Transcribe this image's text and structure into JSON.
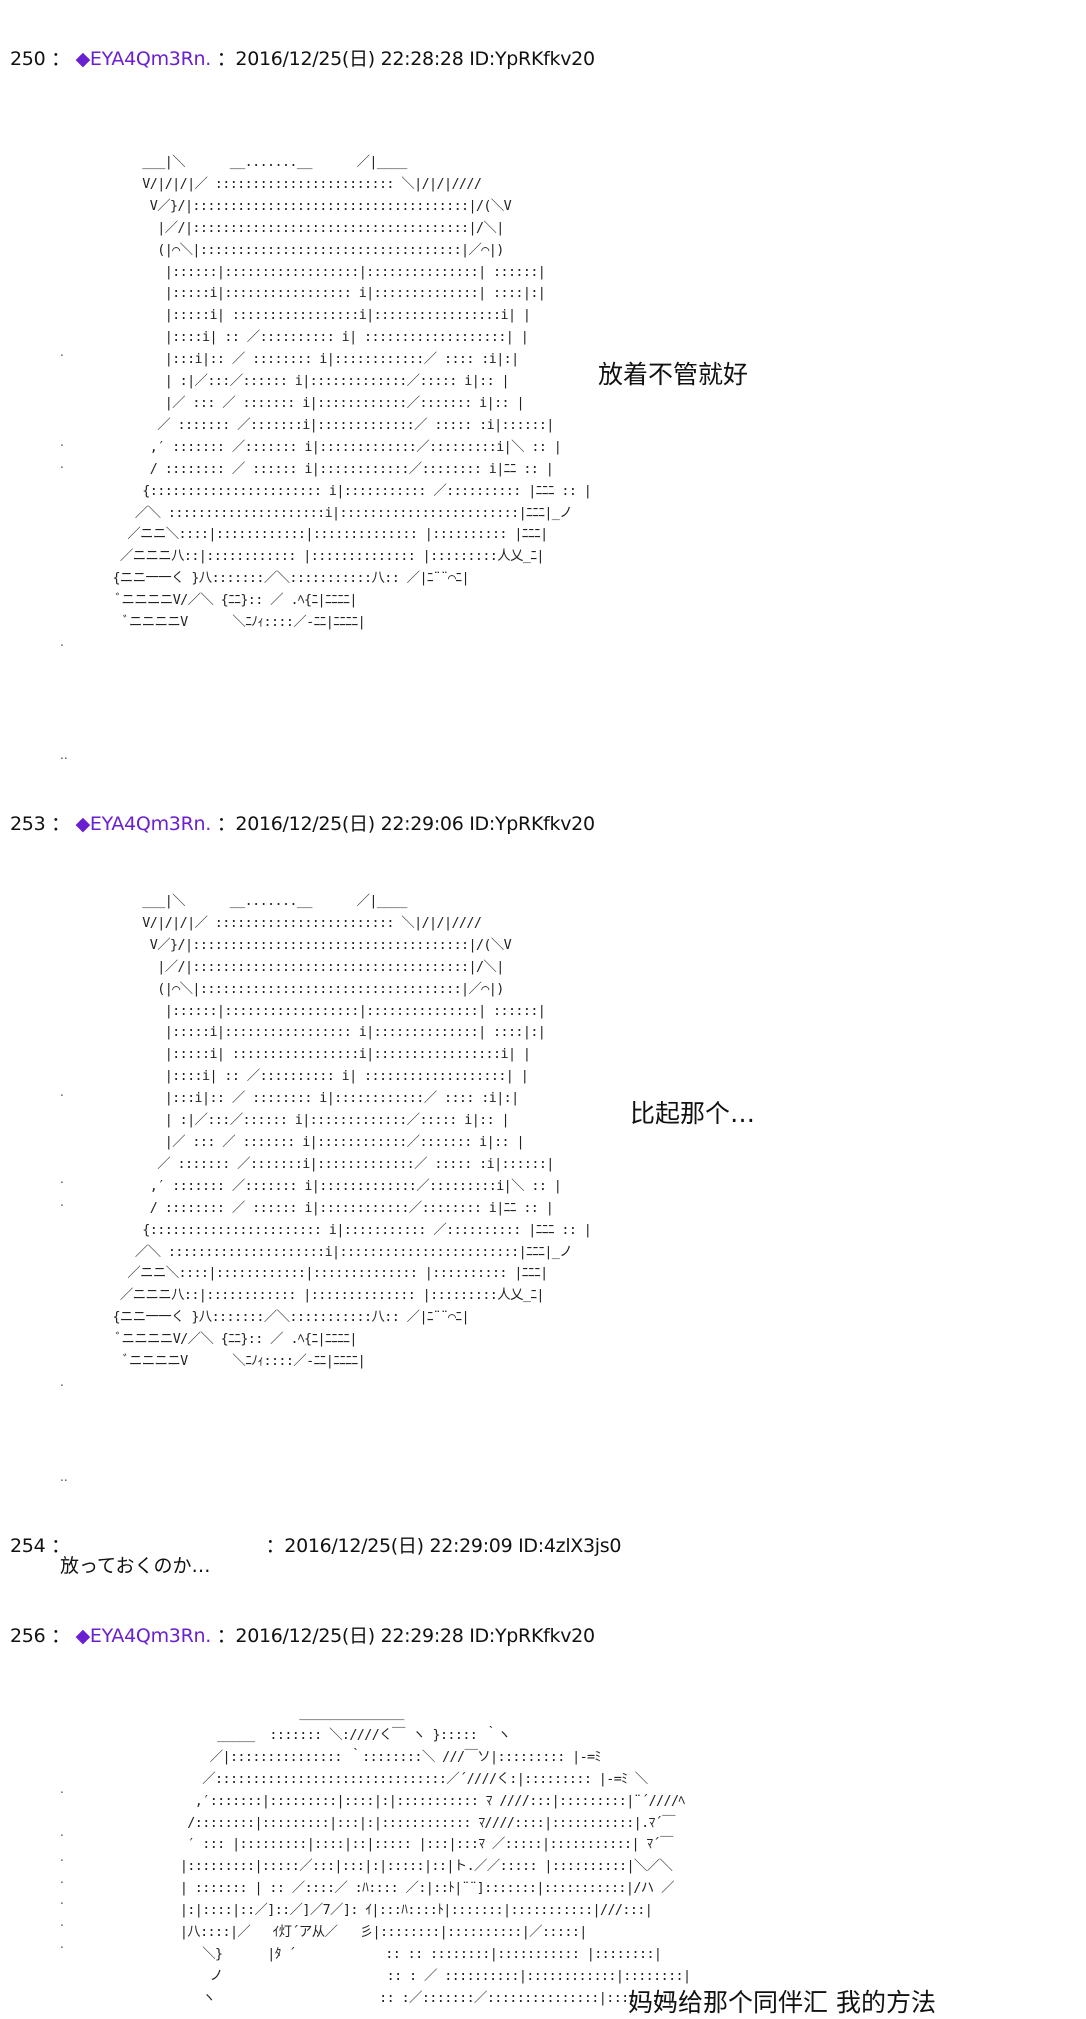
{
  "posts": [
    {
      "number": "250",
      "sep": "：",
      "trip": "◆EYA4Qm3Rn.",
      "meta": "：2016/12/25(日) 22:28:28 ID:YpRKfkv20",
      "speech": "放着不管就好",
      "art": [
        "     ___|＼      __.......__      ／|____",
        "     V/|/|/|／ :::::::::::::::::::::::: ＼|/|/|////",
        "      V／}/|:::::::::::::::::::::::::::::::::::::|/(＼V",
        "       |／/|:::::::::::::::::::::::::::::::::::::|/＼|",
        "       (|⌒＼|:::::::::::::::::::::::::::::::::::|／⌒|)",
        "        |::::::|::::::::::::::::::|:::::::::::::::| ::::::|",
        "        |:::::i|::::::::::::::::: i|::::::::::::::| ::::|:|",
        "        |:::::i| :::::::::::::::::i|:::::::::::::::::i| |",
        "        |::::i| :: ／:::::::::: i| :::::::::::::::::::| |",
        "        |:::i|:: ／ :::::::: i|::::::::::::／ :::: :i|:|",
        "        | :|／:::／:::::: i|:::::::::::::／::::: i|:: |",
        "        |／ ::: ／ ::::::: i|::::::::::::／::::::: i|:: |",
        "       ／ ::::::: ／:::::::i|:::::::::::::／ ::::: :i|::::::|",
        "      ,′ ::::::: ／::::::: i|:::::::::::::／:::::::::i|＼ :: |",
        "      / :::::::: ／ :::::: i|::::::::::::／:::::::: i|ﾆﾆ :: |",
        "     {::::::::::::::::::::::: i|::::::::::: ／:::::::::: |ﾆﾆﾆ :: |",
        "    ／＼ :::::::::::::::::::::i|::::::::::::::::::::::::|ﾆﾆﾆ|_ノ",
        "   ／ニニ＼::::|::::::::::::|:::::::::::::: |:::::::::: |ﾆﾆﾆ|",
        "  ／ニニニ八::|:::::::::::: |:::::::::::::: |:::::::::人乂_ﾆ|",
        " {ニニ一一く }八:::::::／＼:::::::::::八:: ／|ﾆ¨¨⌒ﾆ|",
        "  ﾞニニニニV/／＼ {ﾆﾆ}:: ／ .ﾍ{ﾆ|ﾆﾆﾆﾆ|",
        "   ﾞニニニニV      ＼ﾆﾉｨ::::／-ﾆﾆ|ﾆﾆﾆﾆ|"
      ]
    },
    {
      "number": "253",
      "sep": "：",
      "trip": "◆EYA4Qm3Rn.",
      "meta": "：2016/12/25(日) 22:29:06 ID:YpRKfkv20",
      "speech": "比起那个…",
      "art": [
        "     ___|＼      __.......__      ／|____",
        "     V/|/|/|／ :::::::::::::::::::::::: ＼|/|/|////",
        "      V／}/|:::::::::::::::::::::::::::::::::::::|/(＼V",
        "       |／/|:::::::::::::::::::::::::::::::::::::|/＼|",
        "       (|⌒＼|:::::::::::::::::::::::::::::::::::|／⌒|)",
        "        |::::::|::::::::::::::::::|:::::::::::::::| ::::::|",
        "        |:::::i|::::::::::::::::: i|::::::::::::::| ::::|:|",
        "        |:::::i| :::::::::::::::::i|:::::::::::::::::i| |",
        "        |::::i| :: ／:::::::::: i| :::::::::::::::::::| |",
        "        |:::i|:: ／ :::::::: i|::::::::::::／ :::: :i|:|",
        "        | :|／:::／:::::: i|:::::::::::::／::::: i|:: |",
        "        |／ ::: ／ ::::::: i|::::::::::::／::::::: i|:: |",
        "       ／ ::::::: ／:::::::i|:::::::::::::／ ::::: :i|::::::|",
        "      ,′ ::::::: ／::::::: i|:::::::::::::／:::::::::i|＼ :: |",
        "      / :::::::: ／ :::::: i|::::::::::::／:::::::: i|ﾆﾆ :: |",
        "     {::::::::::::::::::::::: i|::::::::::: ／:::::::::: |ﾆﾆﾆ :: |",
        "    ／＼ :::::::::::::::::::::i|::::::::::::::::::::::::|ﾆﾆﾆ|_ノ",
        "   ／ニニ＼::::|::::::::::::|:::::::::::::: |:::::::::: |ﾆﾆﾆ|",
        "  ／ニニニ八::|:::::::::::: |:::::::::::::: |:::::::::人乂_ﾆ|",
        " {ニニ一一く }八:::::::／＼:::::::::::八:: ／|ﾆ¨¨⌒ﾆ|",
        "  ﾞニニニニV/／＼ {ﾆﾆ}:: ／ .ﾍ{ﾆ|ﾆﾆﾆﾆ|",
        "   ﾞニニニニV      ＼ﾆﾉｨ::::／-ﾆﾆ|ﾆﾆﾆﾆ|"
      ]
    },
    {
      "number": "254",
      "sep": "：",
      "meta": "：2016/12/25(日) 22:29:09 ID:4zlX3js0",
      "body": "放っておくのか…"
    },
    {
      "number": "256",
      "sep": "：",
      "trip": "◆EYA4Qm3Rn.",
      "meta": "：2016/12/25(日) 22:29:28 ID:YpRKfkv20",
      "speech": "妈妈给那个同伴汇 我的方法",
      "art": [
        "                    ______________",
        "         _____  ::::::: ＼:////く￣ ヽ }::::: ｀ヽ",
        "        ／|::::::::::::::: ｀::::::::＼ ///￣ソ|::::::::: |-=ﾐ",
        "       ／:::::::::::::::::::::::::::::::／´////く:|::::::::: |-=ﾐ ＼",
        "      ,′:::::::|:::::::::|::::|:|::::::::::: ﾏ ////:::|:::::::::|¨´////ﾍ",
        "     /::::::::|:::::::::|:::|:|:::::::::::: ﾏ////::::|:::::::::::|.ﾏ´￣",
        "     ′ ::: |:::::::::|::::|::|::::: |:::|:::ﾏ ／:::::|:::::::::::| ﾏ´￣",
        "    |:::::::::|:::::／:::|:::|:|:::::|::|ト.／／::::: |::::::::::|＼／＼",
        "    | ::::::: | :: ／::::／ :ﾊ:::: ／:|::ﾄ|¨¨]:::::::|:::::::::::|/ハ ／",
        "    |:|::::|::／]::／]／7／]: ｲ|:::ﾊ::::ﾄ|:::::::|:::::::::::|///:::|",
        "    |八::::|／   ｲ灯´ア从／   彡|::::::::|::::::::::|／:::::|",
        "       ＼}      |ﾀ ´            :: :: ::::::::|::::::::::: |::::::::|",
        "        ノ                      :: : ／ ::::::::::|::::::::::::|::::::::|",
        "       ヽ                      :: :／:::::::／:::::::::::::::|::::::::|"
      ]
    }
  ]
}
